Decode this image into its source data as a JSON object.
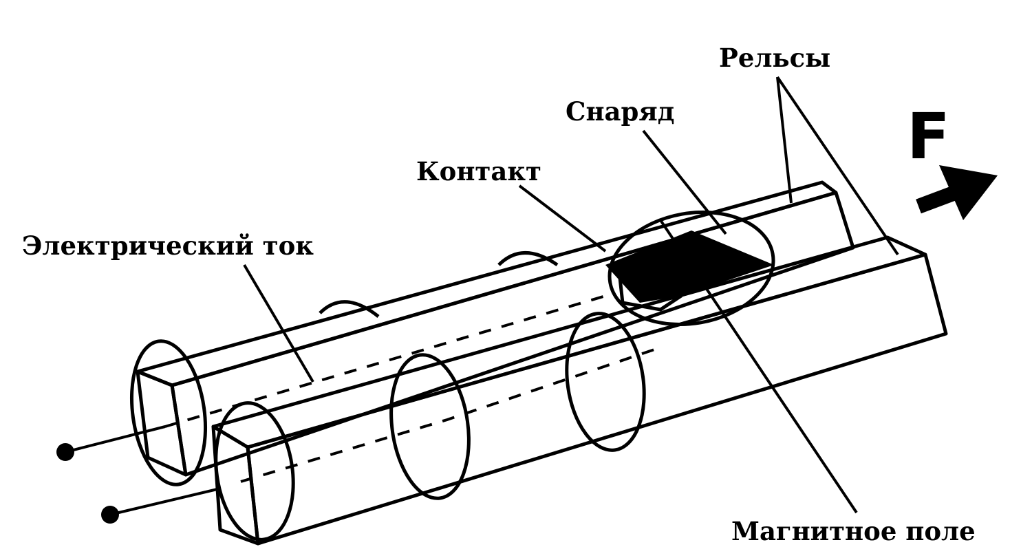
{
  "labels": {
    "rails": "Рельсы",
    "projectile": "Снаряд",
    "contact": "Контакт",
    "current": "Электрический ток",
    "magnetic_field": "Магнитное поле",
    "force": "F"
  },
  "colors": {
    "ink": "#000000",
    "background": "#ffffff"
  }
}
